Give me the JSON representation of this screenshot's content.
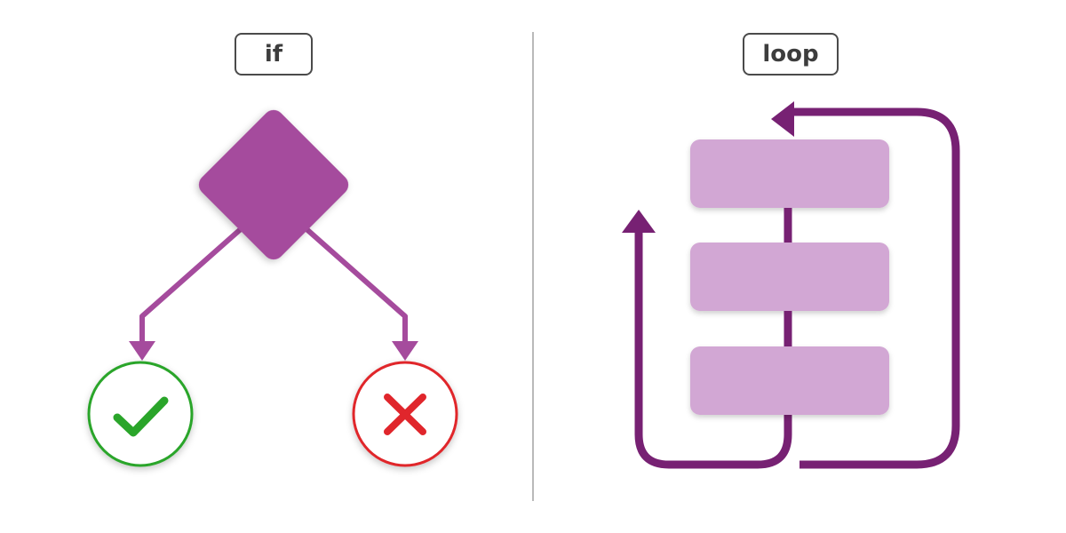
{
  "if_section": {
    "label": "if",
    "diamond_color": "#a54b9d",
    "true_icon": "check-icon",
    "false_icon": "cross-icon",
    "true_color": "#2aa52a",
    "false_color": "#e0262c"
  },
  "loop_section": {
    "label": "loop",
    "block_color": "#d2a7d4",
    "arrow_color": "#772173",
    "block_count": 3
  }
}
